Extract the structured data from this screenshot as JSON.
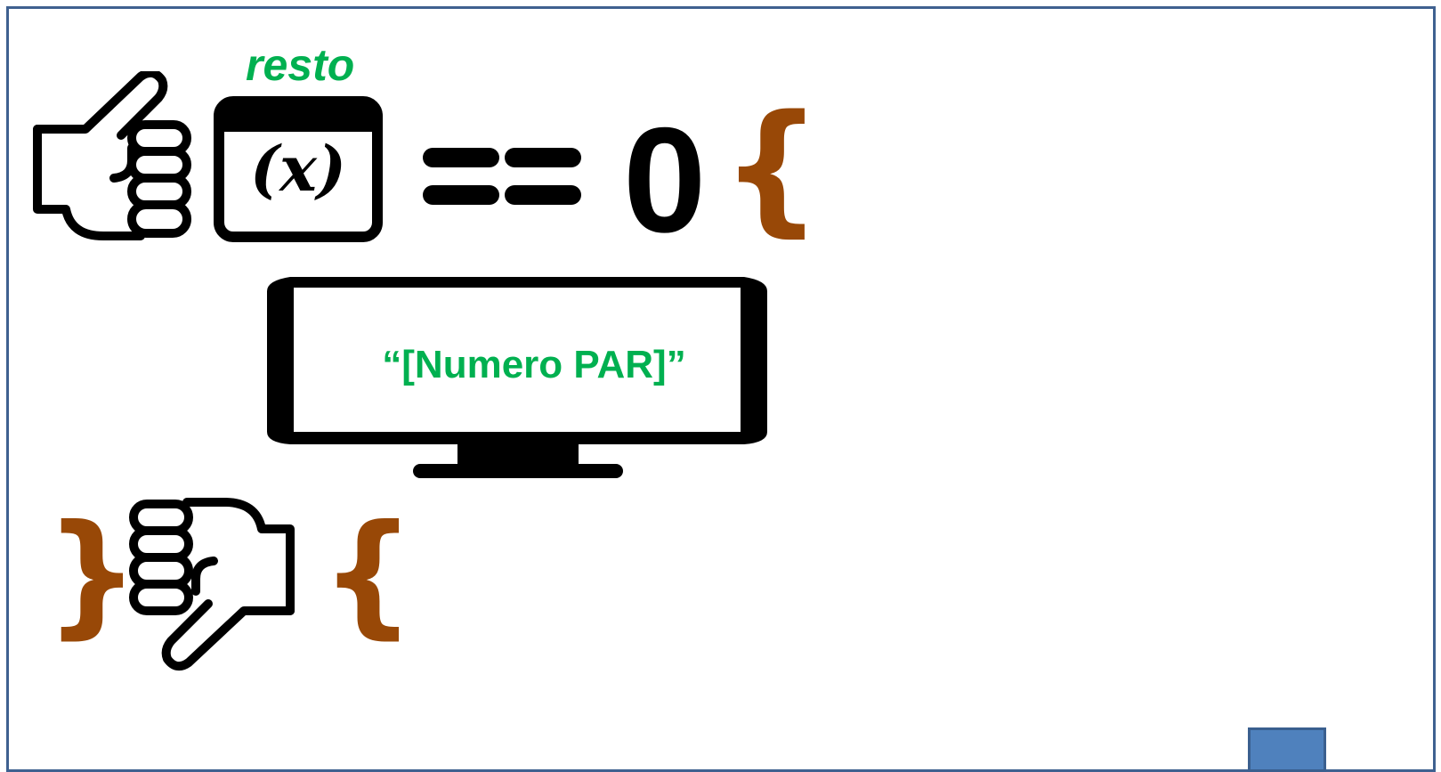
{
  "slide": {
    "condition": {
      "function_label": "resto",
      "function_icon_text": "(x)",
      "operator": "==",
      "value": "0"
    },
    "braces": {
      "open_top": "{",
      "close": "}",
      "open_mid": "{"
    },
    "monitor": {
      "text": "“[Numero PAR]”"
    },
    "icons": {
      "thumbs_up": "thumbs-up-icon",
      "function": "function-window-icon",
      "monitor": "monitor-icon",
      "thumbs_down": "thumbs-down-icon"
    },
    "colors": {
      "label_green": "#00b050",
      "brace_brown": "#984807",
      "frame_blue": "#3f6190",
      "corner_box": "#4f81bd"
    }
  }
}
